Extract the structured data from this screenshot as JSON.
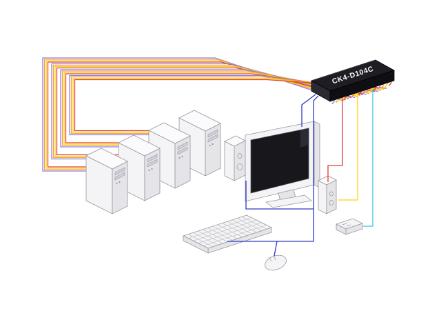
{
  "diagram": {
    "kvm_switch": {
      "label": "CK4-D104C"
    },
    "colors": {
      "purple": "#8f7fe8",
      "orange": "#f5a23c",
      "yellow": "#ffd200",
      "red": "#e03c32",
      "blue": "#3038c8",
      "cyan": "#3ec0e0",
      "device_light": "#f4f4f6",
      "device_mid": "#e4e4e9",
      "device_top": "#fbfbfd",
      "outline": "#97979d",
      "screen": "#17171c"
    },
    "devices": [
      {
        "id": "kvm-switch",
        "label": "CK4-D104C"
      },
      {
        "id": "computer-tower-1"
      },
      {
        "id": "computer-tower-2"
      },
      {
        "id": "computer-tower-3"
      },
      {
        "id": "computer-tower-4"
      },
      {
        "id": "monitor"
      },
      {
        "id": "speaker-left"
      },
      {
        "id": "speaker-right"
      },
      {
        "id": "keyboard"
      },
      {
        "id": "mouse"
      },
      {
        "id": "wired-remote"
      }
    ],
    "connections": [
      {
        "from": "kvm-switch",
        "to": "computer-tower-1",
        "cable_colors": [
          "purple",
          "orange",
          "yellow",
          "red"
        ]
      },
      {
        "from": "kvm-switch",
        "to": "computer-tower-2",
        "cable_colors": [
          "purple",
          "orange",
          "yellow",
          "red"
        ]
      },
      {
        "from": "kvm-switch",
        "to": "computer-tower-3",
        "cable_colors": [
          "purple",
          "orange",
          "yellow",
          "red"
        ]
      },
      {
        "from": "kvm-switch",
        "to": "computer-tower-4",
        "cable_colors": [
          "purple",
          "orange",
          "yellow",
          "red"
        ]
      },
      {
        "from": "kvm-switch",
        "to": "monitor",
        "cable_colors": [
          "blue"
        ]
      },
      {
        "from": "kvm-switch",
        "to": "keyboard",
        "cable_colors": [
          "blue"
        ]
      },
      {
        "from": "kvm-switch",
        "to": "mouse",
        "cable_colors": [
          "blue"
        ]
      },
      {
        "from": "kvm-switch",
        "to": "speaker-right",
        "cable_colors": [
          "red",
          "yellow"
        ]
      },
      {
        "from": "kvm-switch",
        "to": "wired-remote",
        "cable_colors": [
          "cyan"
        ]
      }
    ]
  }
}
